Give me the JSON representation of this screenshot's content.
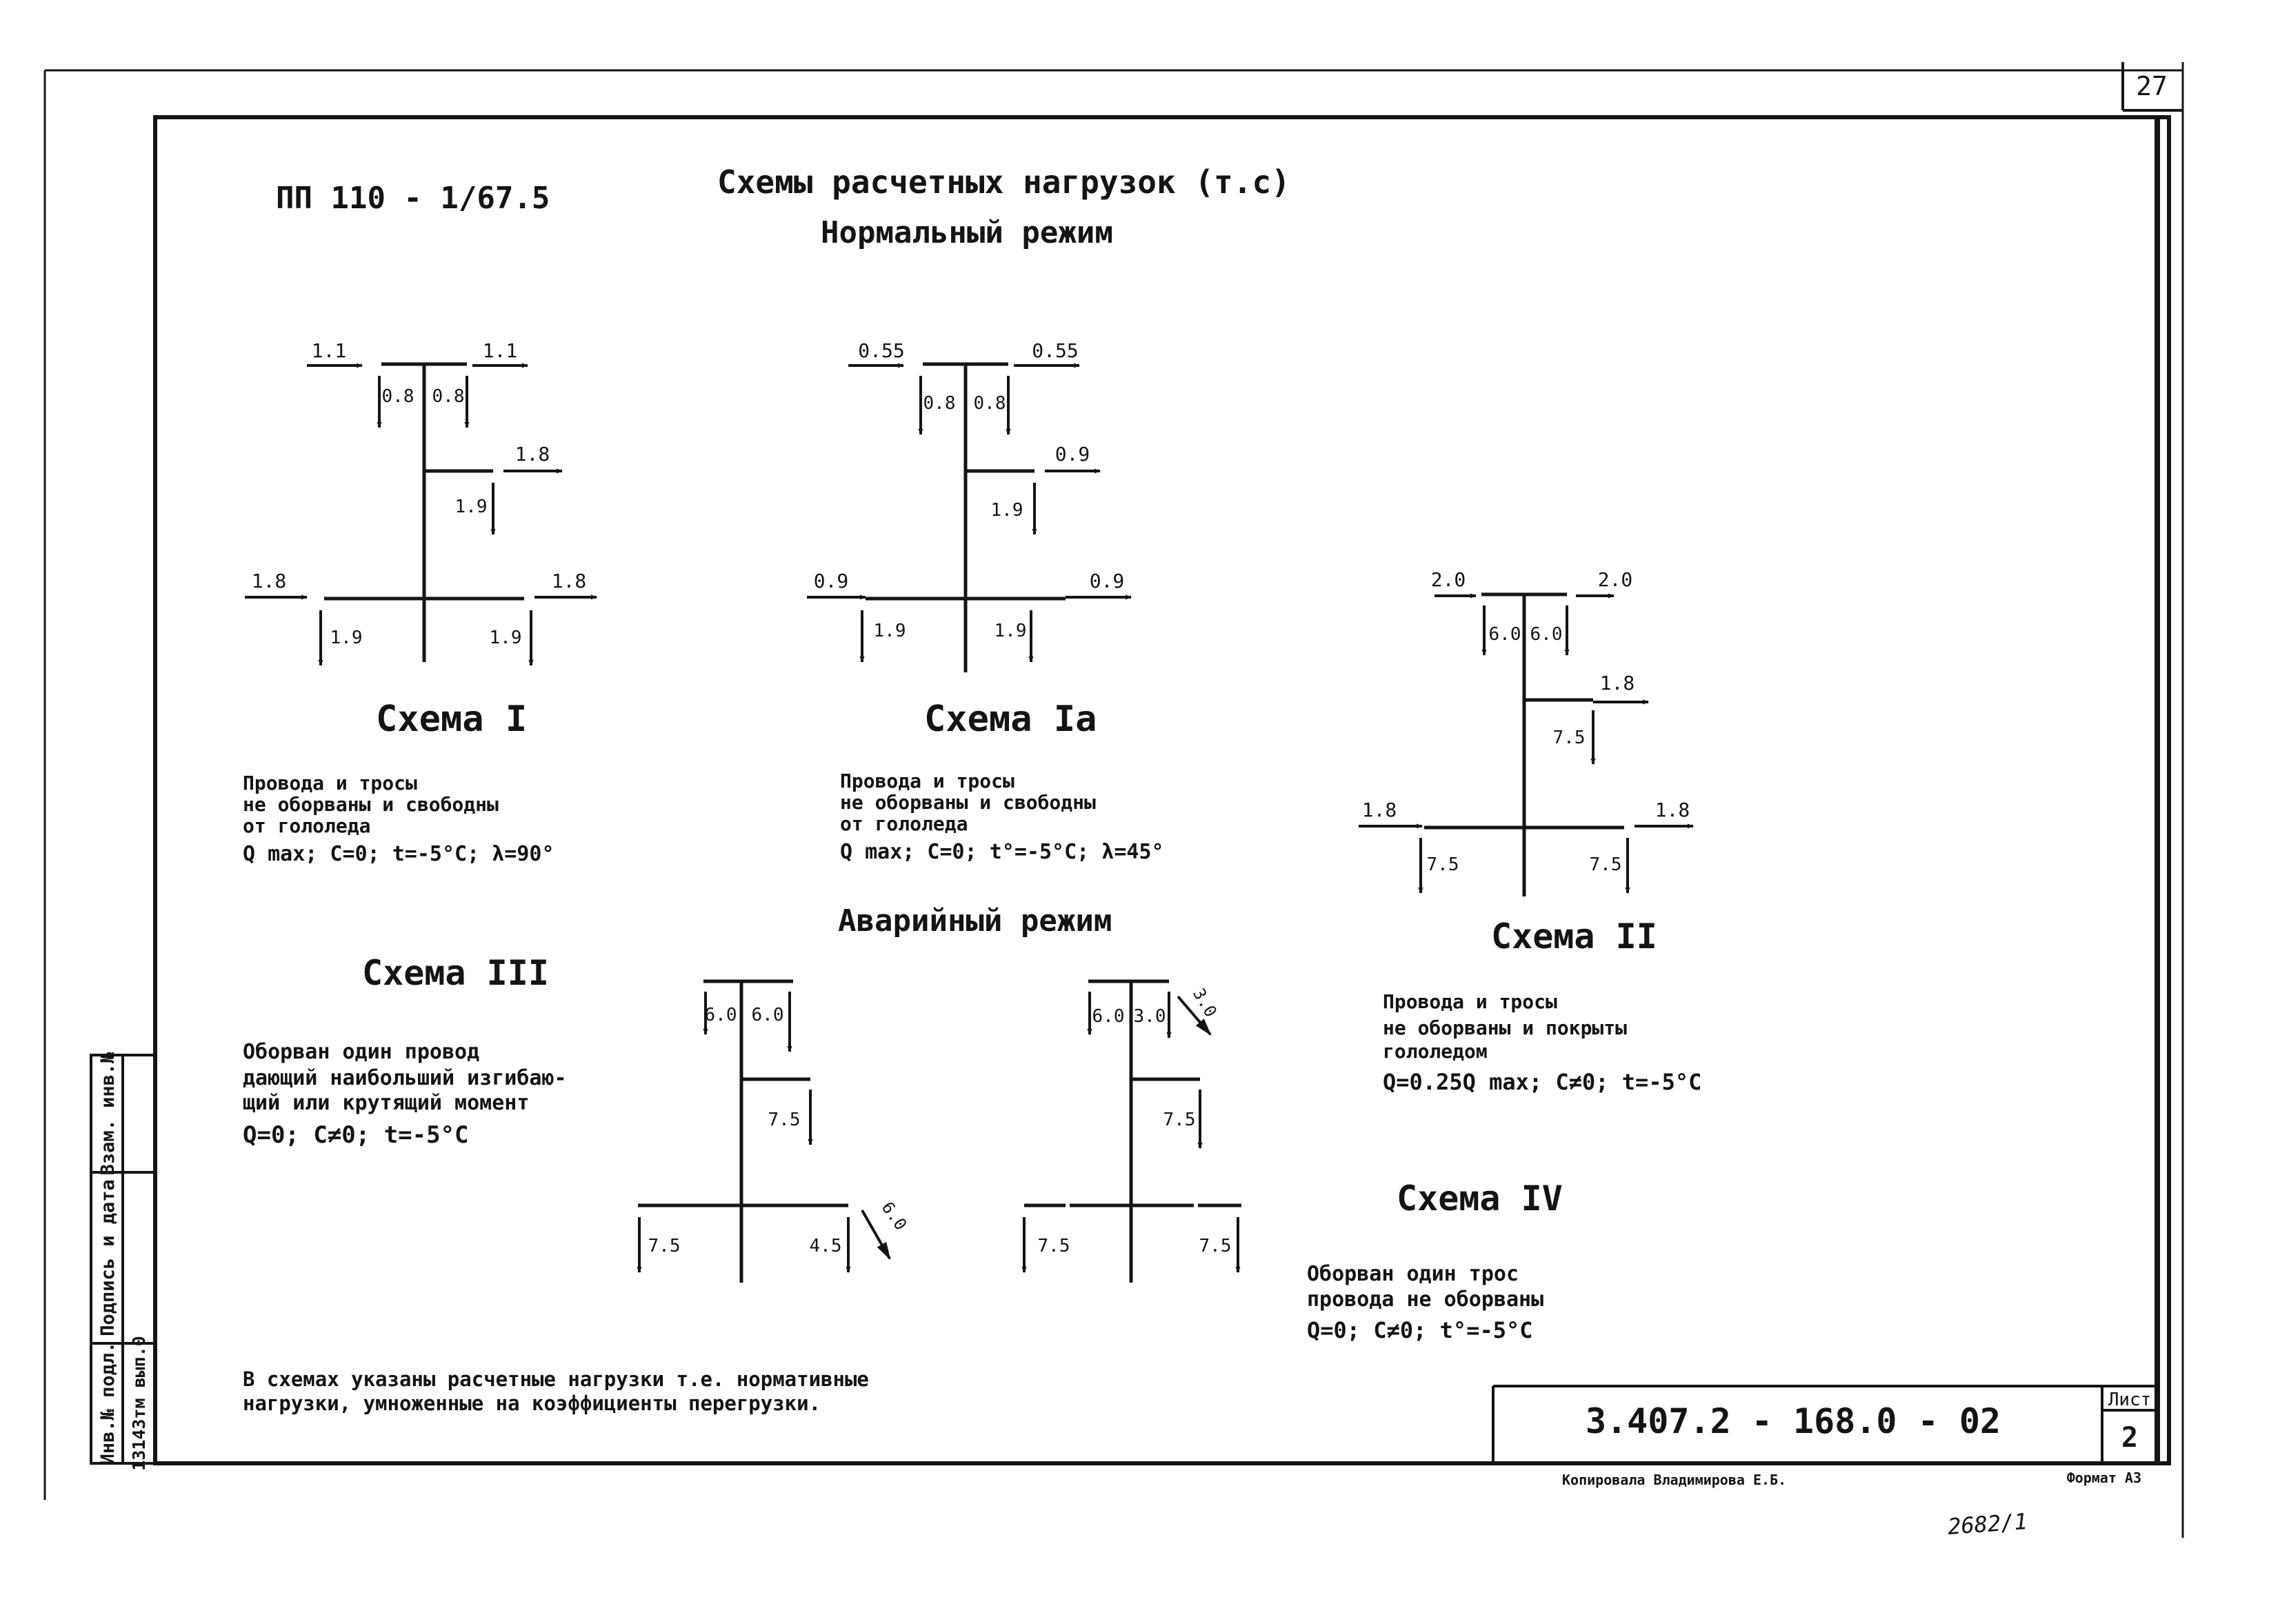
{
  "sheet": {
    "page_number": "27",
    "designation": "ПП 110 - 1/67.5",
    "title": "Схемы расчетных нагрузок (т.с)",
    "normal_mode": "Нормальный режим",
    "emergency_mode": "Аварийный режим",
    "note_line1": "В схемах указаны расчетные нагрузки т.е. нормативные",
    "note_line2": "нагрузки, умноженные на коэффициенты перегрузки."
  },
  "schemes": {
    "s1": {
      "title": "Схема I",
      "desc": [
        "Провода и тросы",
        "не оборваны и свободны",
        "от гололеда",
        "Q max; C=0; t=-5°C; λ=90°"
      ],
      "loads": {
        "top_h": "1.1",
        "top_v_left": "0.8",
        "top_v_right": "0.8",
        "mid_h": "1.8",
        "mid_v": "1.9",
        "bot_h_left": "1.8",
        "bot_h_right": "1.8",
        "bot_v_left": "1.9",
        "bot_v_right": "1.9"
      }
    },
    "s1a": {
      "title": "Схема Iа",
      "desc": [
        "Провода и тросы",
        "не оборваны и свободны",
        "от гололеда",
        "Q max; C=0; t°=-5°C; λ=45°"
      ],
      "loads": {
        "top_h": "0.55",
        "top_v_left": "0.8",
        "top_v_right": "0.8",
        "mid_h": "0.9",
        "mid_v": "1.9",
        "bot_h_left": "0.9",
        "bot_h_right": "0.9",
        "bot_v_left": "1.9",
        "bot_v_right": "1.9"
      }
    },
    "s2": {
      "title": "Схема II",
      "desc": [
        "Провода и тросы",
        "не оборваны и покрыты",
        "гололедом",
        "Q=0.25Q max; C≠0; t=-5°C"
      ],
      "loads": {
        "top_h": "2.0",
        "top_v_left": "6.0",
        "top_v_right": "6.0",
        "mid_h": "1.8",
        "mid_v": "7.5",
        "bot_h_left": "1.8",
        "bot_h_right": "1.8",
        "bot_v_left": "7.5",
        "bot_v_right": "7.5"
      }
    },
    "s3": {
      "title": "Схема III",
      "desc": [
        "Оборван один провод",
        "дающий наибольший изгибаю-",
        "щий или крутящий момент",
        "Q=0; C≠0; t=-5°C"
      ],
      "loads": {
        "top_v_left": "6.0",
        "top_v_right": "6.0",
        "mid_v": "7.5",
        "bot_v_left": "7.5",
        "bot_v_right": "4.5",
        "bot_diag": "6.0"
      }
    },
    "s4": {
      "title": "Схема IV",
      "desc": [
        "Оборван один трос",
        "провода не оборваны",
        "Q=0; C≠0; t°=-5°C"
      ],
      "loads": {
        "top_v_left": "6.0",
        "top_v_right": "3.0",
        "top_diag": "3.0",
        "mid_v": "7.5",
        "bot_v_left": "7.5",
        "bot_v_right": "7.5"
      }
    }
  },
  "stamp": {
    "doc_number": "3.407.2 - 168.0 - 02",
    "sheet_label": "Лист",
    "sheet_number": "2",
    "copied_by": "Копировала Владимирова Е.Б.",
    "format": "Формат А3",
    "handwritten": "2682/1"
  },
  "side_stamp": {
    "inv_label": "Инв.№ подл.",
    "sign_label": "Подпись и дата",
    "replace_label": "Взам. инв.№",
    "inv_value": "13143тм вып.0"
  }
}
